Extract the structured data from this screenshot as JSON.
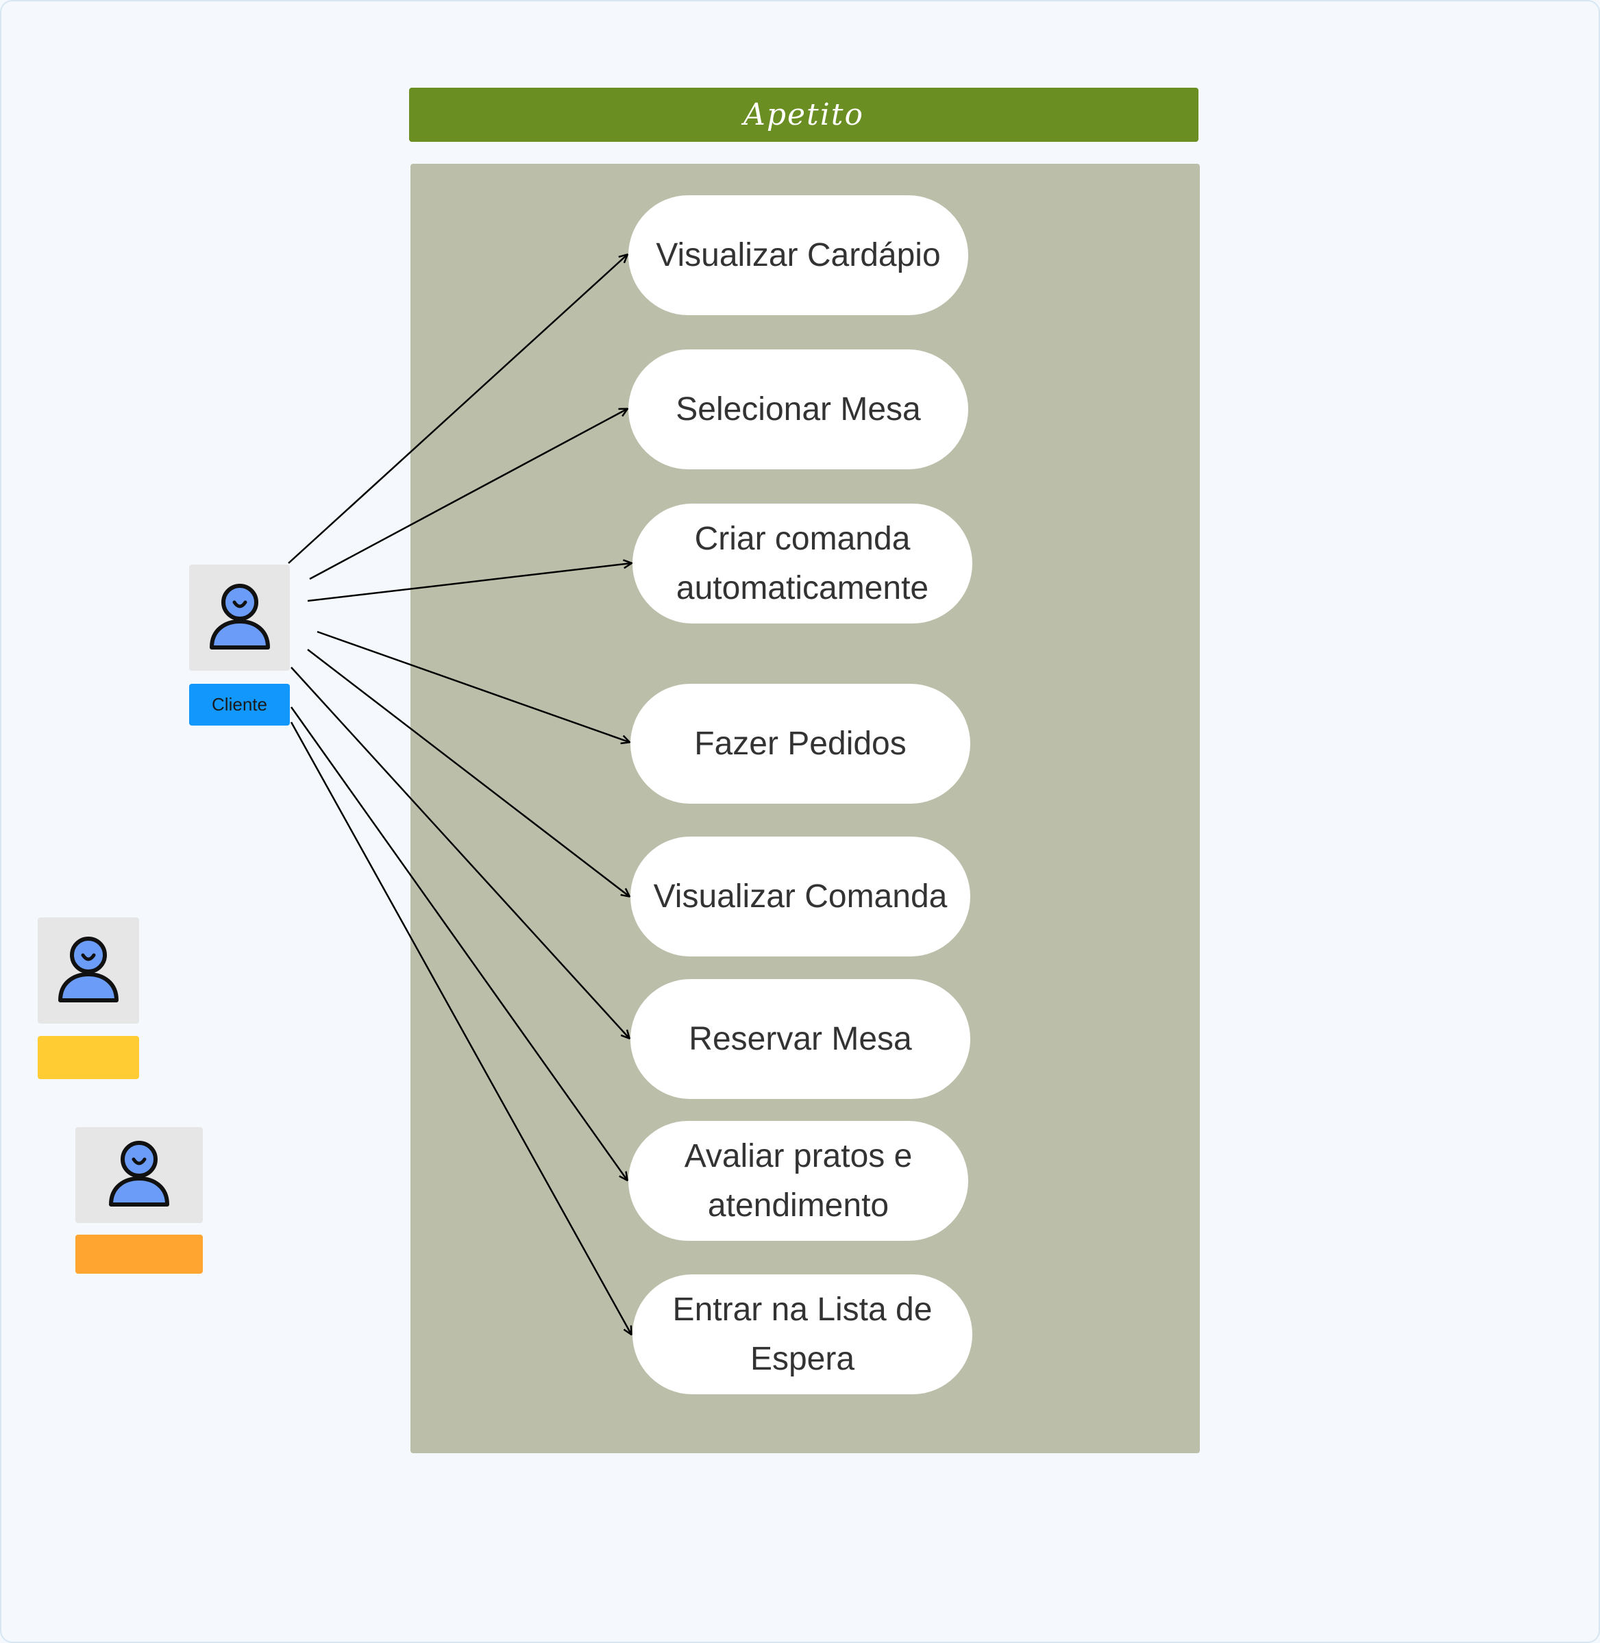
{
  "diagram": {
    "title": "Apetito",
    "colors": {
      "title_bar": "#6b8e23",
      "system_box": "#bbbfa9",
      "use_case_fill": "#ffffff",
      "background": "#f5f9fd",
      "actor_icon": "#6b9cf7"
    },
    "use_cases": [
      {
        "line1": "Visualizar Cardápio",
        "line2": ""
      },
      {
        "line1": "Selecionar Mesa",
        "line2": ""
      },
      {
        "line1": "Criar comanda",
        "line2": "automaticamente"
      },
      {
        "line1": "Fazer Pedidos",
        "line2": ""
      },
      {
        "line1": "Visualizar Comanda",
        "line2": ""
      },
      {
        "line1": "Reservar Mesa",
        "line2": ""
      },
      {
        "line1": "Avaliar pratos e",
        "line2": "atendimento"
      },
      {
        "line1": "Entrar na Lista de",
        "line2": "Espera"
      }
    ],
    "actors": [
      {
        "label": "Cliente",
        "label_color": "#1297fd",
        "icon": "person-icon"
      },
      {
        "label": "",
        "label_color": "#ffcc33",
        "icon": "person-icon"
      },
      {
        "label": "",
        "label_color": "#ffa530",
        "icon": "person-icon"
      }
    ],
    "associations": [
      {
        "from": "Cliente",
        "to": "Visualizar Cardápio"
      },
      {
        "from": "Cliente",
        "to": "Selecionar Mesa"
      },
      {
        "from": "Cliente",
        "to": "Criar comanda automaticamente"
      },
      {
        "from": "Cliente",
        "to": "Fazer Pedidos"
      },
      {
        "from": "Cliente",
        "to": "Visualizar Comanda"
      },
      {
        "from": "Cliente",
        "to": "Reservar Mesa"
      },
      {
        "from": "Cliente",
        "to": "Avaliar pratos e atendimento"
      },
      {
        "from": "Cliente",
        "to": "Entrar na Lista de Espera"
      }
    ]
  }
}
